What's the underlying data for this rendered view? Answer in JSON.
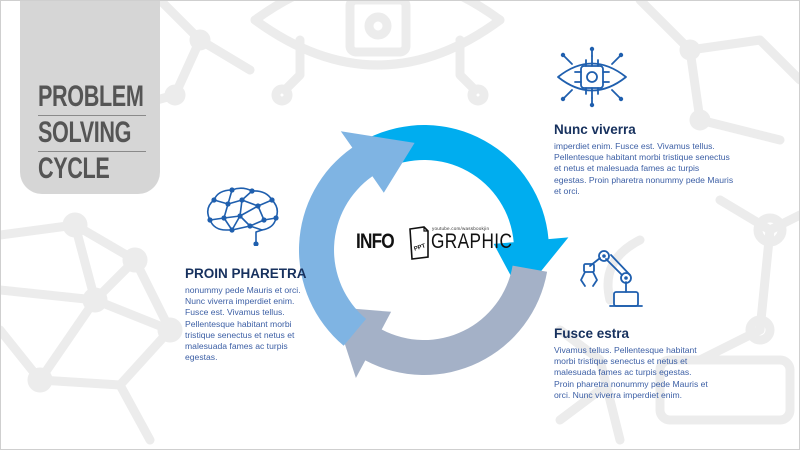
{
  "title": {
    "lines": [
      "PROBLEM",
      "SOLVING",
      "CYCLE"
    ]
  },
  "center_logo": {
    "word_left": "INFO",
    "word_right": "GRAPHIC",
    "tag": "PPT",
    "url": "youtube.com/wassbookjin"
  },
  "steps": [
    {
      "title": "Nunc viverra",
      "text": "imperdiet enim. Fusce est. Vivamus tellus. Pellentesque habitant morbi tristique senectus et netus et malesuada fames ac turpis egestas. Proin pharetra nonummy pede Mauris et orci.",
      "icon": "eye-chip-icon",
      "color": "#00adef"
    },
    {
      "title": "Fusce estra",
      "text": "Vivamus tellus. Pellentesque habitant morbi tristique senectus et netus et malesuada fames ac turpis egestas. Proin pharetra nonummy pede Mauris et orci. Nunc viverra imperdiet enim.",
      "icon": "robot-arm-icon",
      "color": "#a4b1c7"
    },
    {
      "title": "PROIN PHARETRA",
      "text": "nonummy pede Mauris et orci. Nunc viverra imperdiet enim. Fusce est. Vivamus tellus. Pellentesque habitant morbi tristique senectus et netus et malesuada fames ac turpis egestas.",
      "icon": "brain-network-icon",
      "color": "#7fb4e3"
    }
  ],
  "colors": {
    "title_panel": "#d6d6d6",
    "title_text": "#555555",
    "heading": "#17315e",
    "body_text": "#3c5fa5",
    "icon": "#1f5fae",
    "background_art": "#ececec"
  }
}
